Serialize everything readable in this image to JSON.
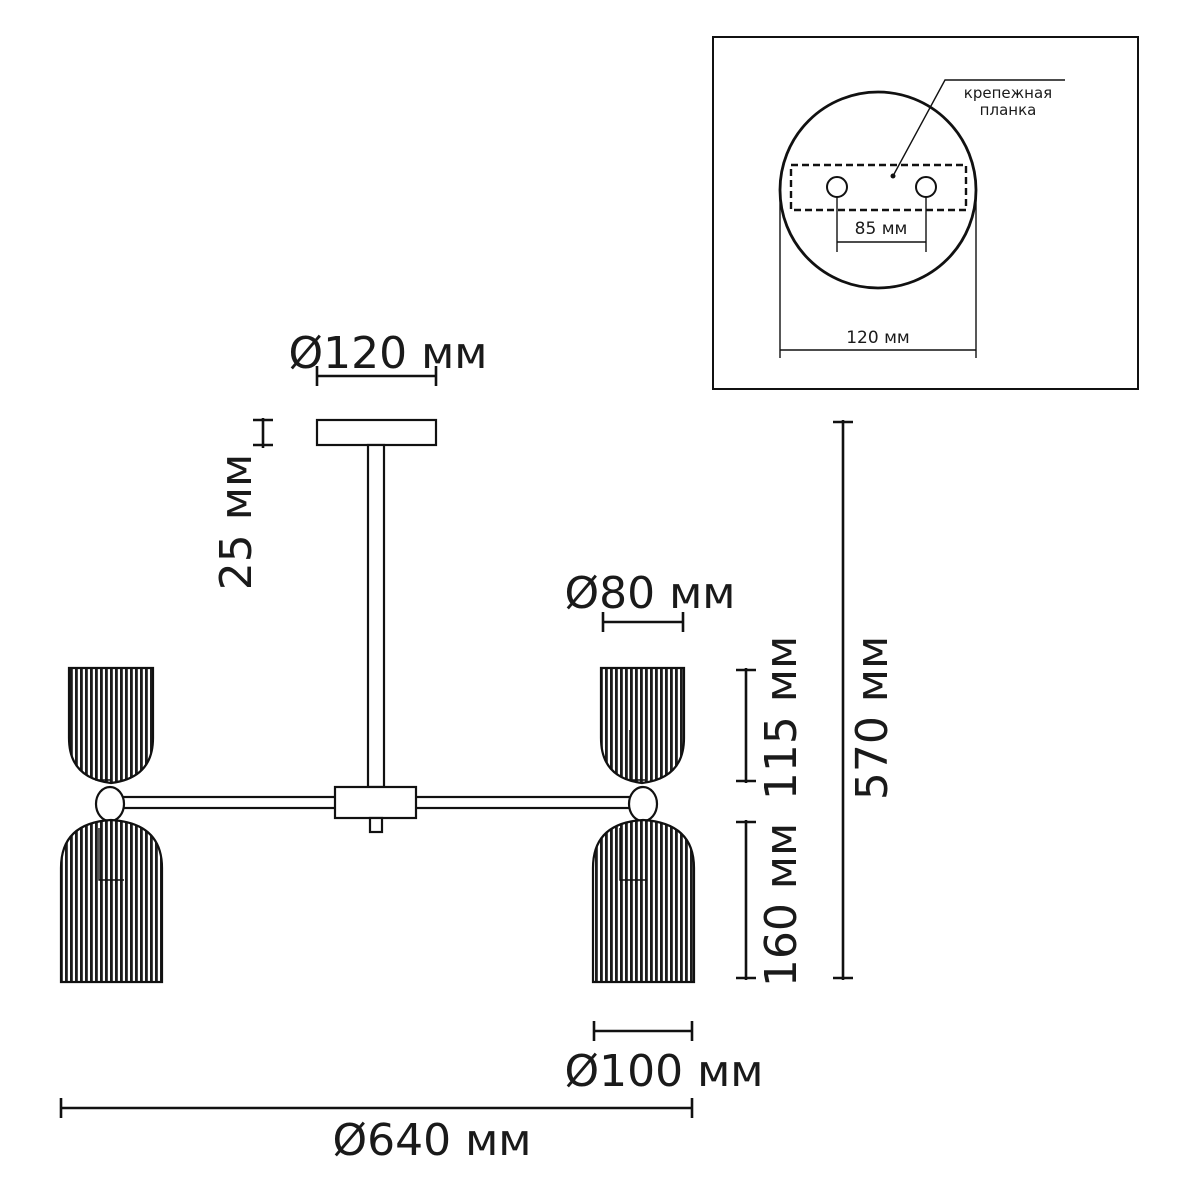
{
  "dimensions": {
    "canopy_diameter": "Ø120 мм",
    "canopy_height": "25 мм",
    "upper_shade_diameter": "Ø80 мм",
    "upper_shade_height": "115 мм",
    "lower_shade_height": "160 мм",
    "lower_shade_diameter": "Ø100 мм",
    "total_height": "570 мм",
    "total_diameter": "Ø640 мм"
  },
  "inset": {
    "plate_label_line1": "крепежная",
    "plate_label_line2": "планка",
    "hole_spacing": "85 мм",
    "canopy_width": "120 мм"
  }
}
